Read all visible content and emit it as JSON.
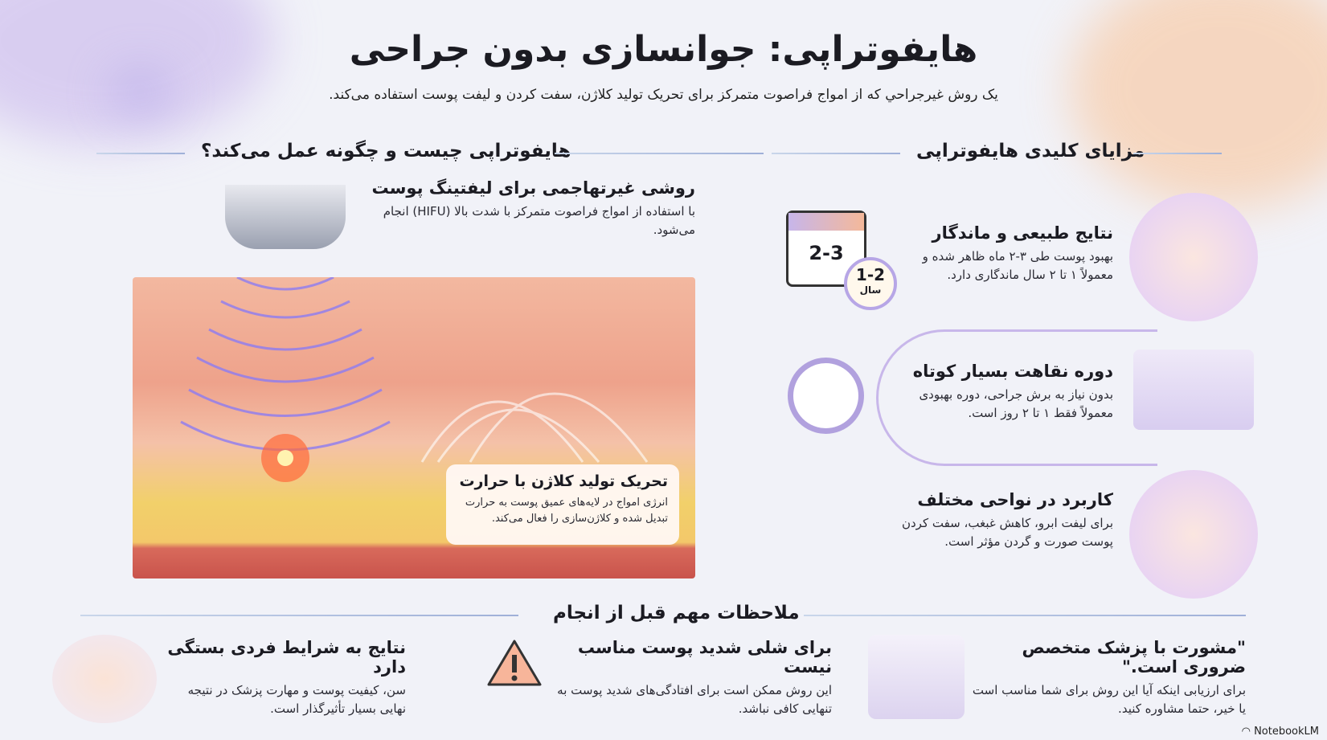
{
  "header": {
    "title": "هایفوتراپی: جوانسازی بدون جراحی",
    "subtitle": "یک روش غیرجراحي که از امواج فراصوت متمرکز برای تحریک تولید کلاژن، سفت کردن و لیفت پوست استفاده می‌کند."
  },
  "how_it_works": {
    "heading": "هایفوتراپی چیست و چگونه عمل می‌کند؟",
    "intro": {
      "title": "روشی غیرتهاجمی برای لیفتینگ پوست",
      "text": "با استفاده از امواج فراصوت متمرکز با شدت بالا (HIFU) انجام می‌شود."
    },
    "callout": {
      "title": "تحریک تولید کلاژن با حرارت",
      "text": "انرژی امواج در لایه‌های عمیق پوست به حرارت تبدیل شده و کلاژن‌سازی را فعال می‌کند."
    }
  },
  "benefits": {
    "heading": "مزایای کلیدی هایفوتراپی",
    "items": [
      {
        "title": "نتایج طبیعی و ماندگار",
        "text": "بهبود پوست طی ۳-۲ ماه ظاهر شده و معمولاً ۱ تا ۲ سال ماندگاری دارد.",
        "icon": "calendar-icon",
        "calendar_label": "2-3",
        "badge_value": "1-2",
        "badge_unit": "سال"
      },
      {
        "title": "دوره نقاهت بسیار کوتاه",
        "text": "بدون نیاز به برش جراحی، دوره بهبودی معمولاً فقط ۱ تا ۲ روز است.",
        "icon": "stopwatch-icon"
      },
      {
        "title": "کاربرد در نواحی مختلف",
        "text": "برای لیفت ابرو، کاهش غبغب، سفت کردن پوست صورت و گردن مؤثر است.",
        "icon": "face-icon"
      }
    ]
  },
  "considerations": {
    "heading": "ملاحظات مهم قبل از انجام",
    "items": [
      {
        "title": "\"مشورت با پزشک متخصص ضروری است.\"",
        "text": "برای ارزیابی اینکه آیا این روش برای شما مناسب است یا خیر، حتما مشاوره کنید.",
        "icon": "doctor-consultation-icon"
      },
      {
        "title": "برای شلی شدید پوست مناسب نیست",
        "text": "این روش ممکن است برای افتادگی‌های شدید پوست به تنهایی کافی نباشد.",
        "icon": "warning-icon"
      },
      {
        "title": "نتایج به شرایط فردی بستگی دارد",
        "text": "سن، کیفیت پوست و مهارت پزشک در نتیجه نهایی بسیار تأثیرگذار است.",
        "icon": "face-magnifier-icon"
      }
    ]
  },
  "footer": {
    "brand": "NotebookLM"
  },
  "colors": {
    "accent_purple": "#a793d8",
    "accent_orange": "#f4a77a",
    "background": "#f1f2f8"
  }
}
